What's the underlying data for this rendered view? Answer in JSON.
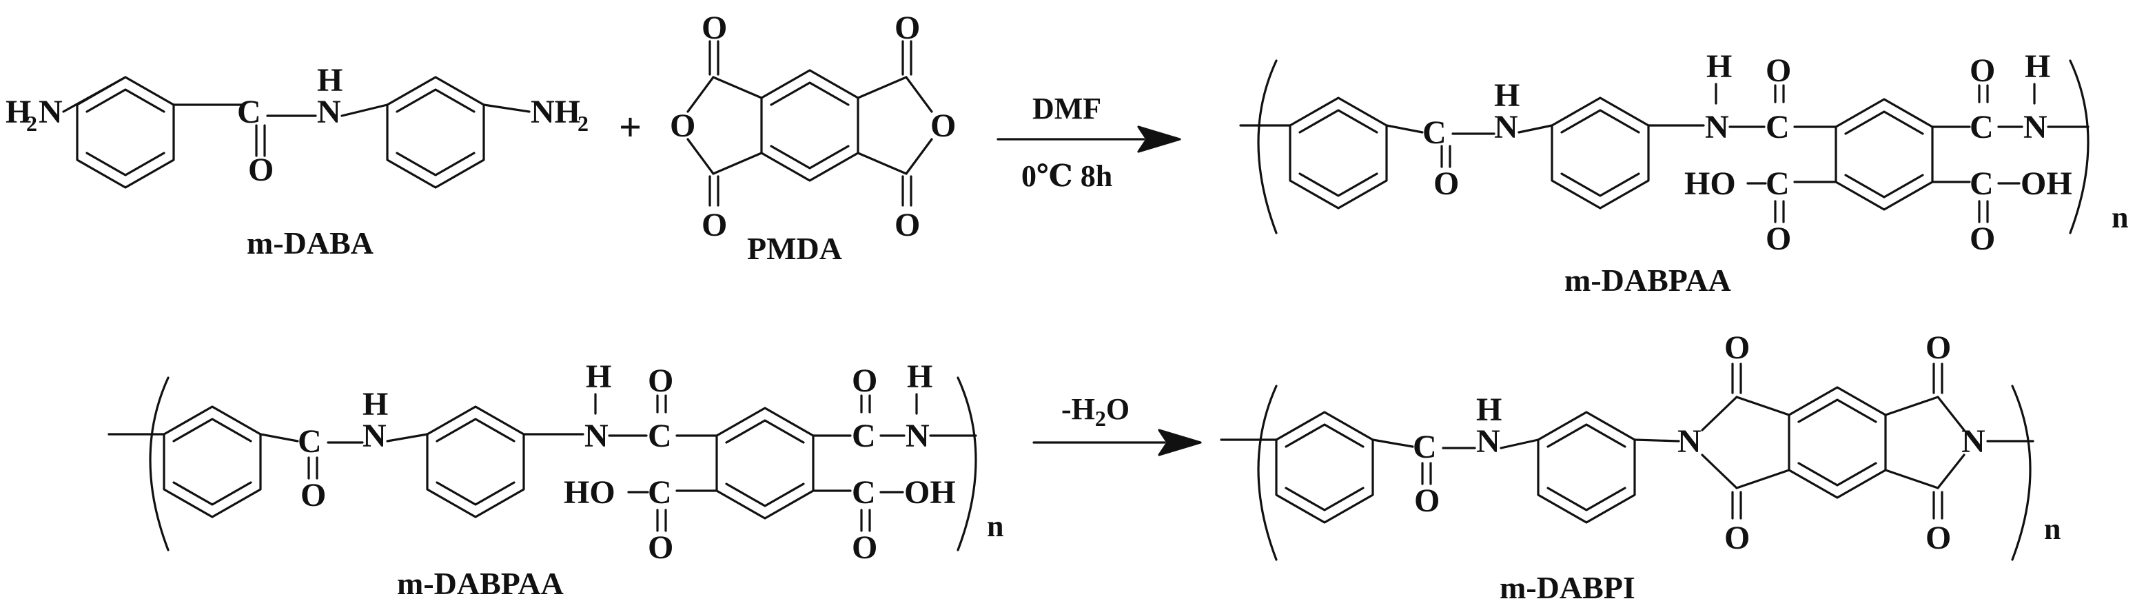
{
  "reaction1": {
    "reactant1_caption": "m-DABA",
    "reactant2_caption": "PMDA",
    "plus": "+",
    "condition_top": "DMF",
    "condition_bottom": "0℃  8h",
    "product_caption": "m-DABPAA"
  },
  "reaction2": {
    "reactant_caption": "m-DABPAA",
    "condition_top_main": "-H",
    "condition_top_sub": "2",
    "condition_top_tail": "O",
    "product_caption": "m-DABPI"
  },
  "atoms": {
    "H2N_H": "H",
    "H2N_sub": "2",
    "H2N_N": "N",
    "NH2": "NH",
    "NH2_sub": "2",
    "C": "C",
    "O": "O",
    "N": "N",
    "H": "H",
    "NH": "N",
    "HO": "HO",
    "OH": "OH",
    "repeat_index": "n"
  }
}
